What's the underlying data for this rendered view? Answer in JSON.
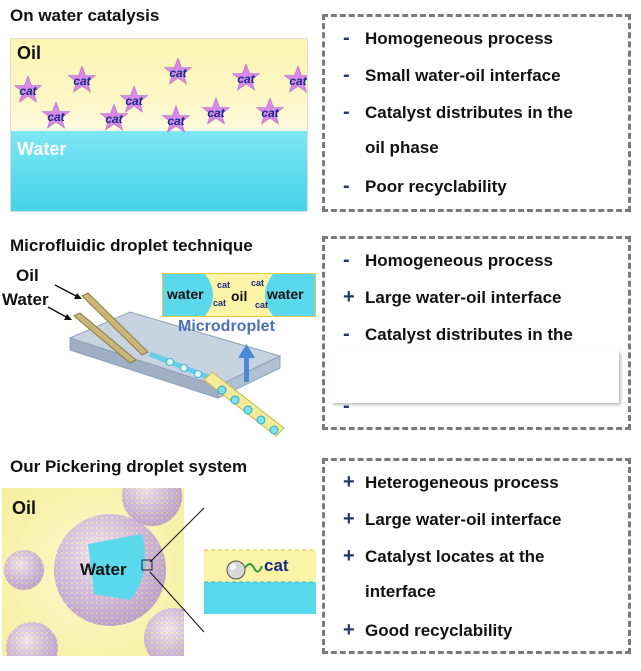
{
  "section1": {
    "title": "On water catalysis",
    "oil_label": "Oil",
    "water_label": "Water",
    "cat_label": "cat",
    "bullets": [
      {
        "sym": "-",
        "text": "Homogeneous process"
      },
      {
        "sym": "-",
        "text": "Small water-oil interface"
      },
      {
        "sym": "-",
        "text": "Catalyst distributes in the"
      },
      {
        "sym": "",
        "text": "oil phase"
      },
      {
        "sym": "-",
        "text": "Poor recyclability"
      }
    ]
  },
  "section2": {
    "title": "Microfluidic droplet technique",
    "oil_label": "Oil",
    "water_label": "Water",
    "inset_water_left": "water",
    "inset_oil": "oil",
    "inset_water_right": "water",
    "inset_cat": "cat",
    "microdroplet_label": "Microdroplet",
    "bullets": [
      {
        "sym": "-",
        "text": "Homogeneous process"
      },
      {
        "sym": "+",
        "text": "Large water-oil interface"
      },
      {
        "sym": "-",
        "text": "Catalyst distributes in the"
      },
      {
        "sym": "-",
        "text": ""
      }
    ]
  },
  "section3": {
    "title": "Our Pickering droplet system",
    "oil_label": "Oil",
    "water_label": "Water",
    "cat_label": "cat",
    "bullets": [
      {
        "sym": "+",
        "text": "Heterogeneous process"
      },
      {
        "sym": "+",
        "text": "Large water-oil interface"
      },
      {
        "sym": "+",
        "text": "Catalyst locates at the"
      },
      {
        "sym": "",
        "text": "interface"
      },
      {
        "sym": "+",
        "text": "Good recyclability"
      }
    ]
  },
  "colors": {
    "oil_yellow": "#fbf3a6",
    "water_cyan": "#5ad8ec",
    "star_purple": "#d98ae8",
    "dash_gray": "#7a7a7a",
    "microdroplet_blue": "#4a6fb8"
  }
}
